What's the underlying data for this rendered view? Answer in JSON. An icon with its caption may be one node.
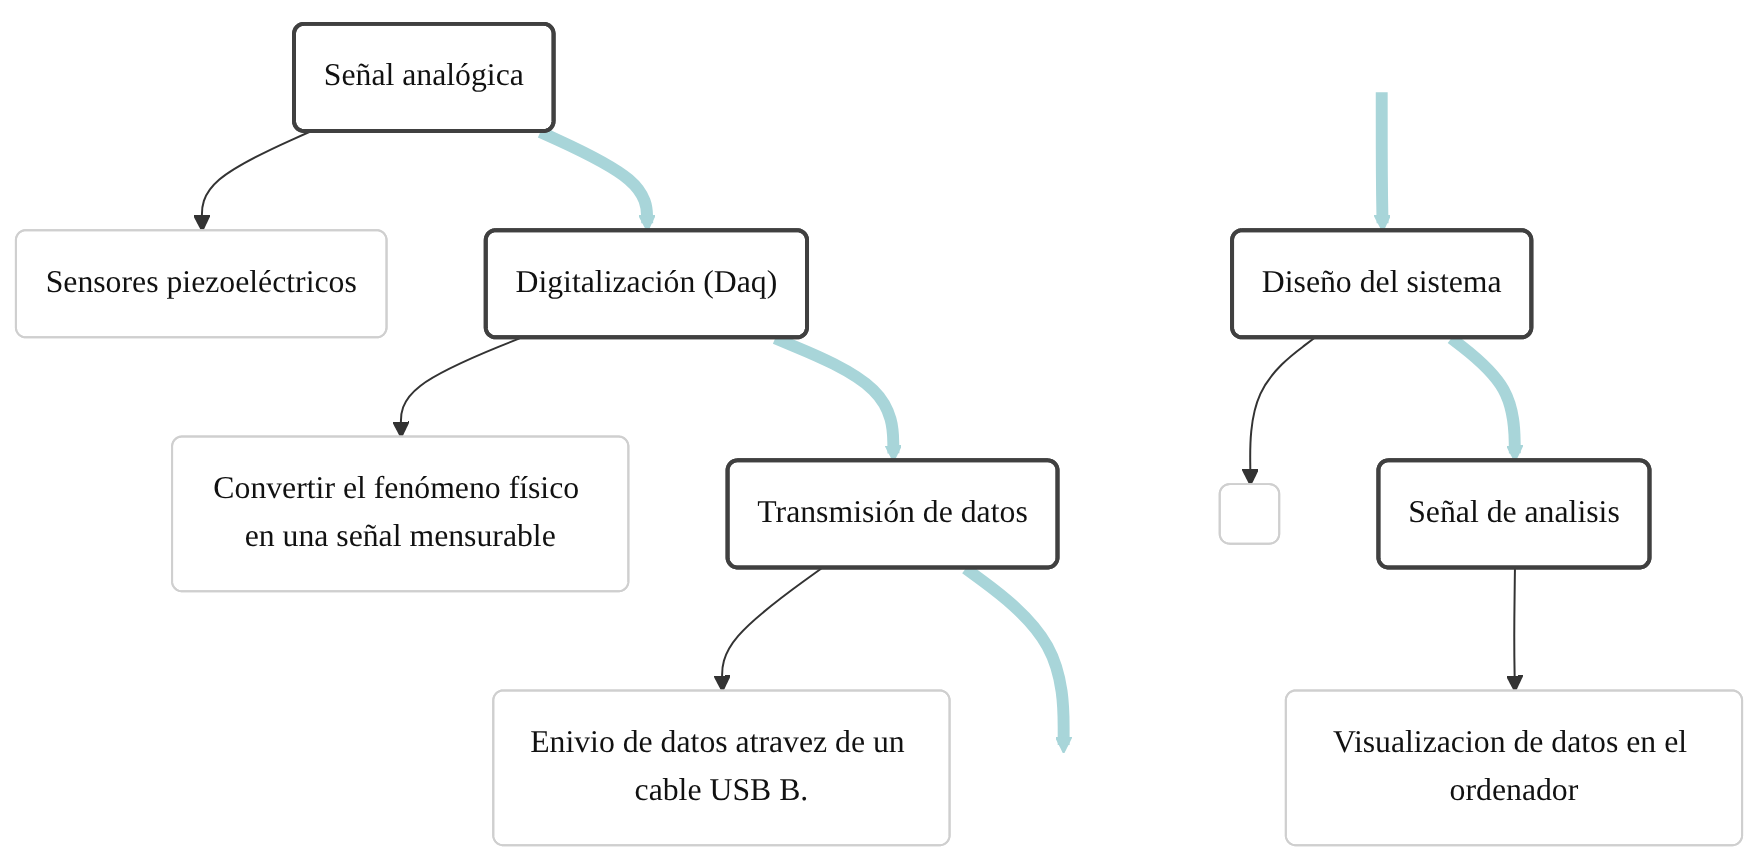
{
  "diagram": {
    "nodes": [
      {
        "text": [
          "Señal analógica"
        ]
      },
      {
        "text": [
          "Sensores piezoeléctricos"
        ]
      },
      {
        "text": [
          "Digitalización (Daq)"
        ]
      },
      {
        "text": [
          "Convertir el fenómeno físico en una señal mensurable"
        ]
      },
      {
        "text": [
          "Transmisión de datos"
        ]
      },
      {
        "text": [
          "Enivio de datos atravez de un cable USB B."
        ]
      },
      {
        "text": [
          "Diseño del sistema"
        ]
      },
      {
        "text": [],
        "shape": "box"
      },
      {
        "text": [
          "Señal de analisis"
        ]
      },
      {
        "text": [
          "Visualizacion de datos en el ordenador"
        ]
      }
    ],
    "edges": [
      {
        "from": 0,
        "to": 1,
        "arrow": "to"
      },
      {
        "from": 0,
        "to": 2,
        "arrow": "to",
        "style": "thick",
        "color": "#a8d5d9"
      },
      {
        "from": 2,
        "to": 3,
        "arrow": "to"
      },
      {
        "from": 2,
        "to": 4,
        "arrow": "to",
        "style": "thick",
        "color": "#a8d5d9"
      },
      {
        "from": 4,
        "to": 5,
        "arrow": "to"
      },
      {
        "from": 4,
        "to": null,
        "arrow": "to",
        "style": "thick",
        "color": "#a8d5d9"
      },
      {
        "from": null,
        "to": 6,
        "arrow": "to",
        "style": "thick",
        "color": "#a8d5d9"
      },
      {
        "from": 6,
        "to": 7,
        "arrow": "to"
      },
      {
        "from": 6,
        "to": 8,
        "arrow": "to",
        "style": "thick",
        "color": "#a8d5d9"
      },
      {
        "from": 8,
        "to": 9,
        "arrow": "to"
      }
    ]
  }
}
